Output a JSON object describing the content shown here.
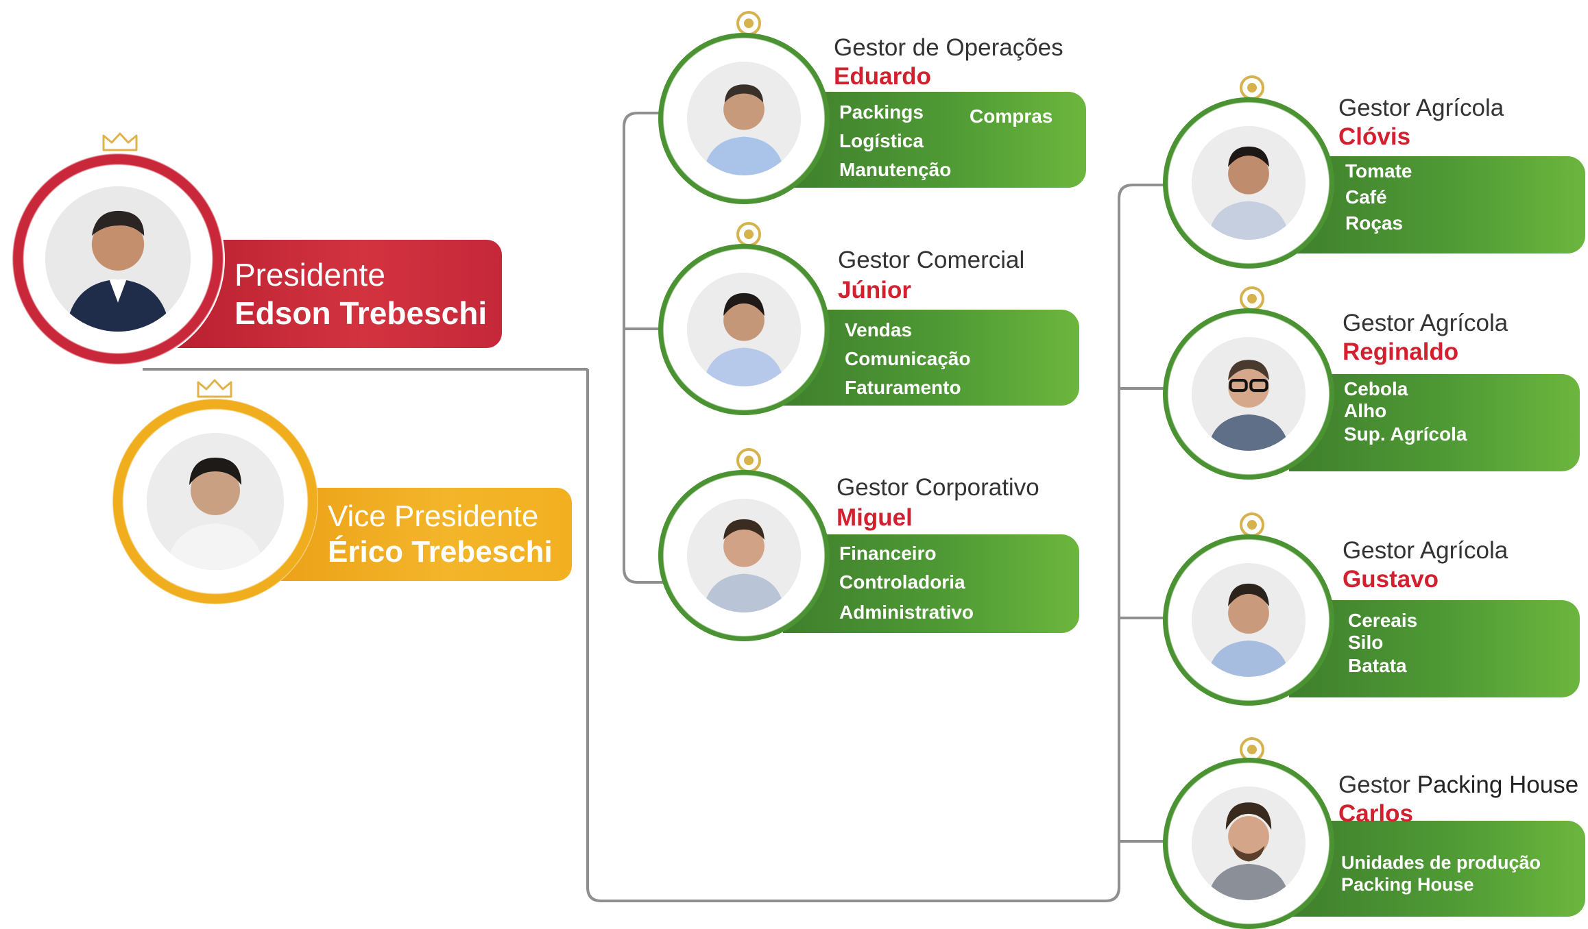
{
  "president": {
    "role": "Presidente",
    "name": "Edson Trebeschi"
  },
  "vice_president": {
    "role": "Vice Presidente",
    "name": "Érico Trebeschi"
  },
  "managers": [
    {
      "role": "Gestor de Operações",
      "name": "Eduardo",
      "departments": [
        "Packings",
        "Logística",
        "Manutenção",
        "Compras"
      ]
    },
    {
      "role": "Gestor Comercial",
      "name": "Júnior",
      "departments": [
        "Vendas",
        "Comunicação",
        "Faturamento"
      ]
    },
    {
      "role": "Gestor Corporativo",
      "name": "Miguel",
      "departments": [
        "Financeiro",
        "Controladoria",
        "Administrativo"
      ]
    },
    {
      "role": "Gestor Agrícola",
      "name": "Clóvis",
      "departments": [
        "Tomate",
        "Café",
        "Roças"
      ]
    },
    {
      "role": "Gestor Agrícola",
      "name": "Reginaldo",
      "departments": [
        "Cebola",
        "Alho",
        "Sup. Agrícola"
      ]
    },
    {
      "role": "Gestor Agrícola",
      "name": "Gustavo",
      "departments": [
        "Cereais",
        "Silo",
        "Batata"
      ]
    },
    {
      "role_prefix": "Gestor",
      "role_suffix": "Packing House",
      "name": "Carlos",
      "departments": [
        "Unidades de produção",
        "Packing House"
      ]
    }
  ],
  "colors": {
    "president_red": "#c9283a",
    "vice_gold": "#f0ae1e",
    "manager_green": "#4a9232",
    "name_red": "#d3202f",
    "connector_gray": "#8a8a8a"
  },
  "icons": {
    "executive": "crown-icon",
    "manager": "medal-icon"
  }
}
